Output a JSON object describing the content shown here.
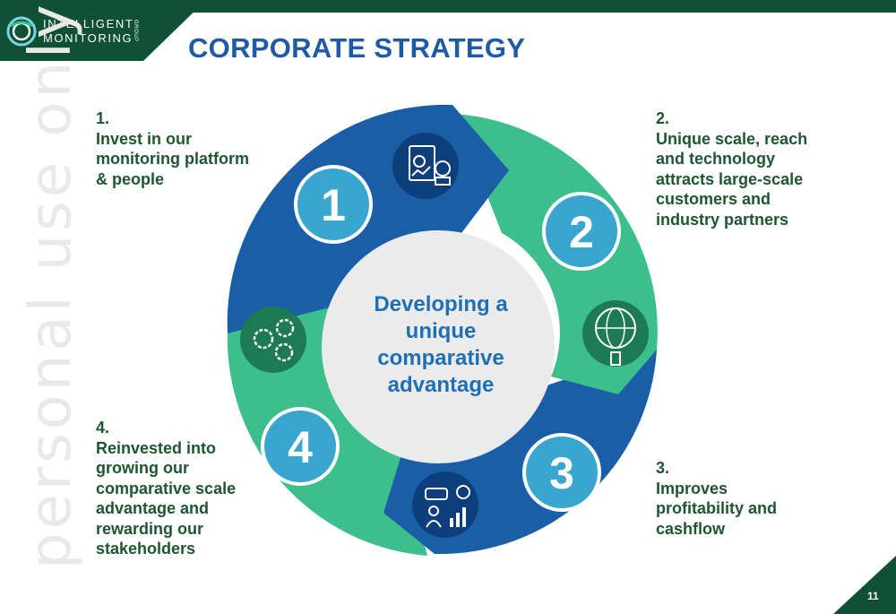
{
  "header": {
    "logo_line1": "INTELLIGENT",
    "logo_line2": "MONITORING",
    "logo_group": "GROUP",
    "title": "CORPORATE STRATEGY"
  },
  "watermark": "personal use only",
  "cycle": {
    "center": "Developing a\nunique\ncomparative\nadvantage",
    "badges": [
      "1",
      "2",
      "3",
      "4"
    ],
    "icons": [
      "financial-report-icon",
      "global-analytics-icon",
      "business-analytics-icon",
      "gears-finance-icon"
    ]
  },
  "steps": [
    {
      "number": "1.",
      "text": "Invest in our\nmonitoring platform\n& people"
    },
    {
      "number": "2.",
      "text": "Unique scale, reach\nand technology\nattracts large-scale\ncustomers and\nindustry partners"
    },
    {
      "number": "3.",
      "text": "Improves\nprofitability and\ncashflow"
    },
    {
      "number": "4.",
      "text": "Reinvested into\ngrowing our\ncomparative scale\nadvantage and\nrewarding our\nstakeholders"
    }
  ],
  "footer": {
    "page_number": "11"
  },
  "colors": {
    "dark_green": "#0f5132",
    "title_blue": "#1f5aa6",
    "arrow_blue": "#1a5ea8",
    "arrow_green": "#3cbf8c",
    "badge_teal": "#3aa6cf",
    "step_text": "#1e5631"
  }
}
